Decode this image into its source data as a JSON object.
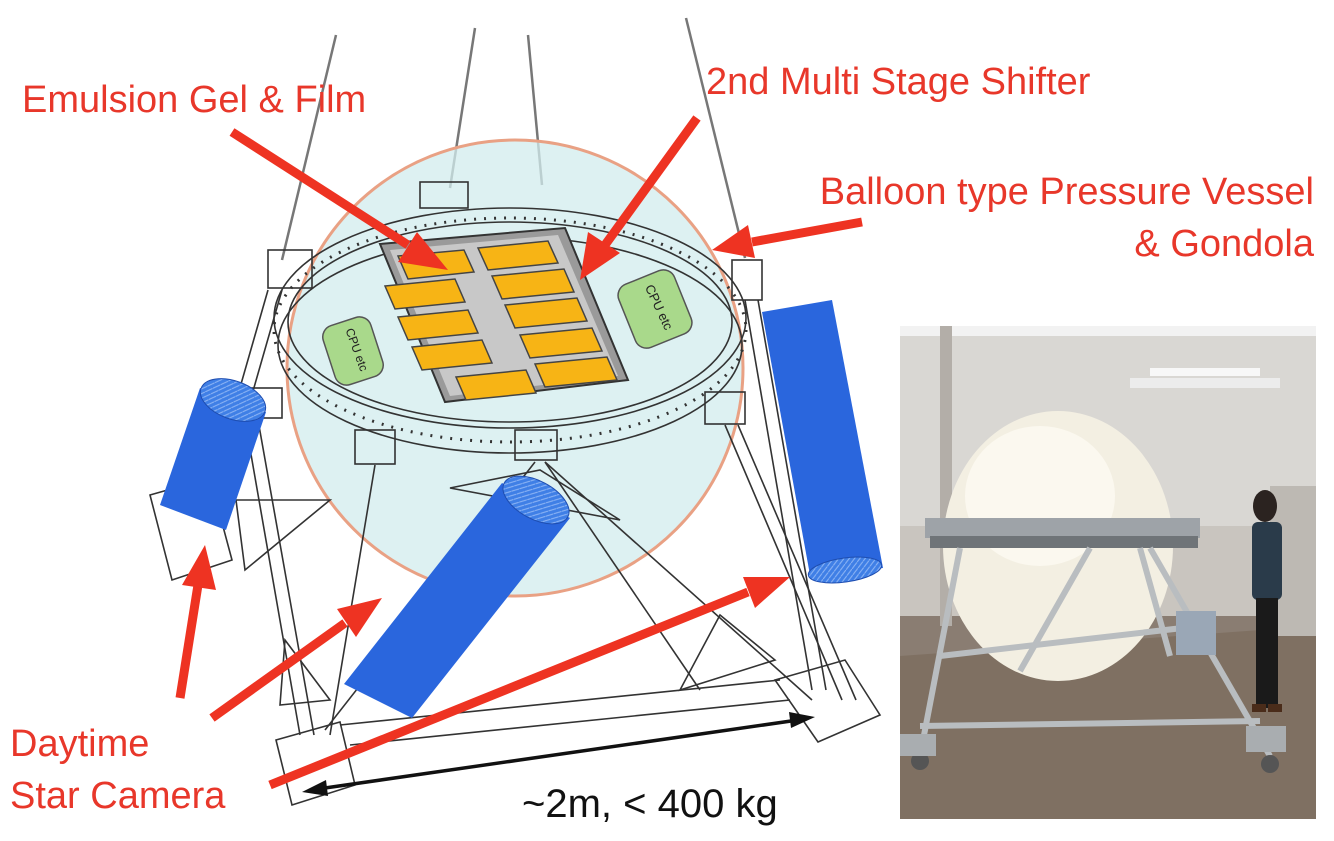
{
  "labels": {
    "emulsion": "Emulsion Gel & Film",
    "shifter": "2nd Multi Stage Shifter",
    "vessel_line1": "Balloon type Pressure Vessel",
    "vessel_line2": "& Gondola",
    "camera_line1": "Daytime",
    "camera_line2": "Star Camera",
    "size": "~2m, < 400 kg",
    "cpu": "CPU etc"
  },
  "colors": {
    "label_red": "#e8372a",
    "arrow_red": "#ee3322",
    "camera_blue": "#2a66dd",
    "film_orange": "#f7b415",
    "cpu_green": "#a9d98b",
    "vessel_fill": "#d2ecee",
    "vessel_outline": "#e9a184"
  },
  "photo": {
    "subject": "balloon pressure vessel prototype with person standing beside it"
  }
}
